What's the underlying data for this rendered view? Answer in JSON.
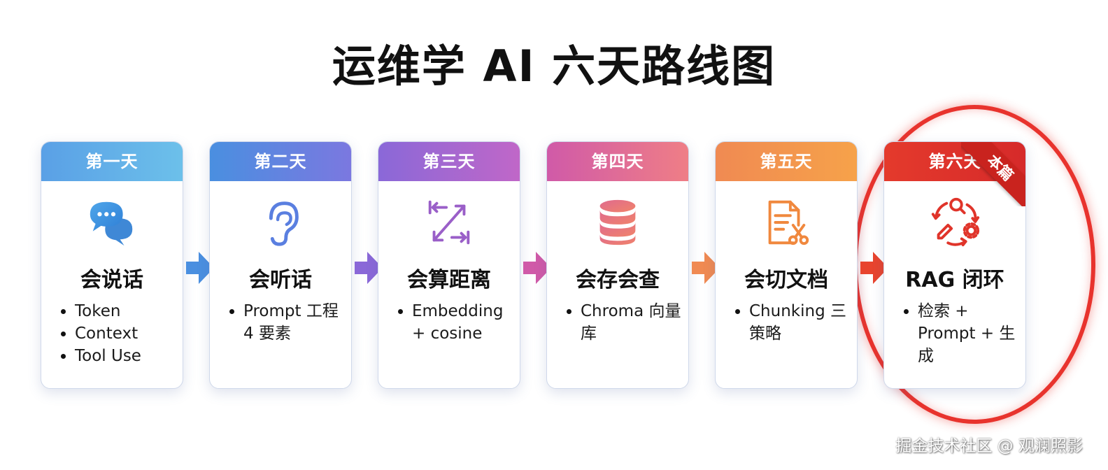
{
  "title": "运维学 AI 六天路线图",
  "days": [
    {
      "day": "第一天",
      "name": "会说话",
      "bullets": [
        "Token",
        "Context",
        "Tool Use"
      ],
      "color_from": "#5aa0e6",
      "color_to": "#6cc0ea",
      "icon": "chat-bubbles-icon"
    },
    {
      "day": "第二天",
      "name": "会听话",
      "bullets": [
        "Prompt 工程 4 要素"
      ],
      "color_from": "#4a8fe0",
      "color_to": "#7b78e0",
      "icon": "ear-icon"
    },
    {
      "day": "第三天",
      "name": "会算距离",
      "bullets": [
        "Embedding + cosine"
      ],
      "color_from": "#8a68d8",
      "color_to": "#c067c8",
      "icon": "distance-arrows-icon"
    },
    {
      "day": "第四天",
      "name": "会存会查",
      "bullets": [
        "Chroma 向量库"
      ],
      "color_from": "#d05aa8",
      "color_to": "#ef7e86",
      "icon": "database-icon"
    },
    {
      "day": "第五天",
      "name": "会切文档",
      "bullets": [
        "Chunking 三策略"
      ],
      "color_from": "#f08a52",
      "color_to": "#f6a24a",
      "icon": "document-scissors-icon"
    },
    {
      "day": "第六天",
      "name": "RAG 闭环",
      "bullets": [
        "检索 + Prompt + 生成"
      ],
      "color_from": "#e43a2c",
      "color_to": "#d62a2a",
      "icon": "rag-cycle-icon",
      "badge": "本篇"
    }
  ],
  "accent_color": "#e8332d",
  "watermark": "掘金技术社区 @ 观澜照影"
}
